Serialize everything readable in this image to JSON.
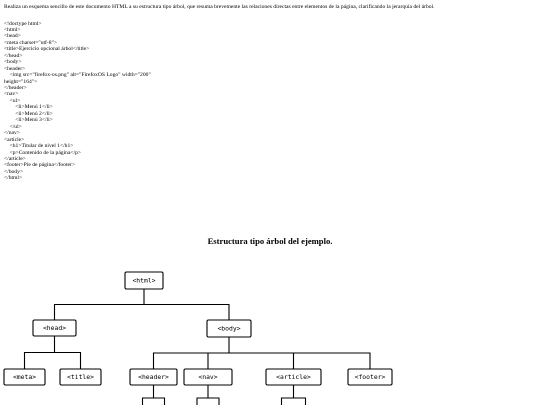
{
  "document": {
    "instructions": "Realiza un esquema sencillo de este documento HTML a su estructura tipo árbol, que resuma brevemente las relaciones directas entre elementos de la página, clarificando la jerarquía del árbol.",
    "code_lines": [
      "<!doctype html>",
      "<html>",
      "<head>",
      "<meta charset=\"utf-8\">",
      "<title>Ejercicio opcional árbol</title>",
      "</head>",
      "<body>",
      "<header>",
      "    <img src=\"firefox-os.png\" alt=\"FirefoxOS Logo\" width=\"200\"",
      "height=\"164\">",
      "</header>",
      "<nav>",
      "    <ul>",
      "        <li>Menú 1</li>",
      "        <li>Menú 2</li>",
      "        <li>Menú 3</li>",
      "    </ul>",
      "</nav>",
      "<article>",
      "    <h1>Titular de nivel 1</h1>",
      "    <p>Contenido de la página</p>",
      "</article>",
      "<footer>Pie de página</footer>",
      "</body>",
      "</html>"
    ],
    "tree_title": "Estructura tipo árbol del ejemplo."
  },
  "tree": {
    "nodes": {
      "html": "<html>",
      "head": "<head>",
      "body": "<body>",
      "meta": "<meta>",
      "title": "<title>",
      "header": "<header>",
      "nav": "<nav>",
      "article": "<article>",
      "footer": "<footer>"
    },
    "edges": [
      [
        "html",
        "head"
      ],
      [
        "html",
        "body"
      ],
      [
        "head",
        "meta"
      ],
      [
        "head",
        "title"
      ],
      [
        "body",
        "header"
      ],
      [
        "body",
        "nav"
      ],
      [
        "body",
        "article"
      ],
      [
        "body",
        "footer"
      ]
    ],
    "line_color": "#000000",
    "box_fill": "#ffffff"
  }
}
